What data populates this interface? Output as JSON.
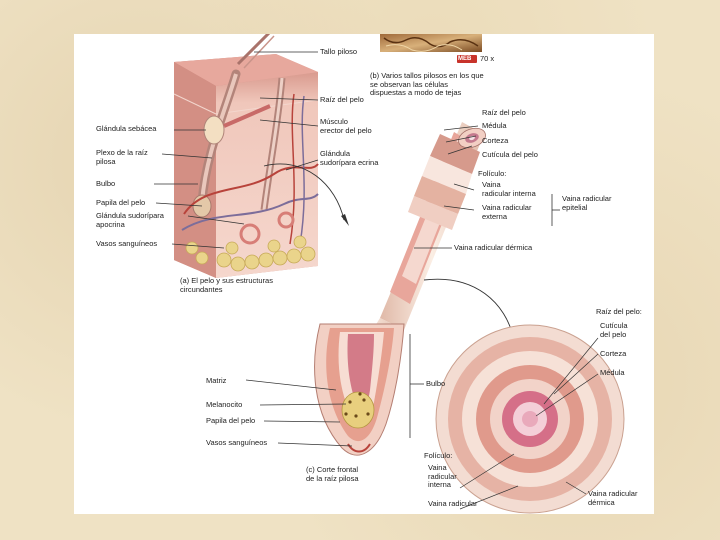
{
  "labels": {
    "tallo_piloso": "Tallo piloso",
    "caption_b": "(b) Varios tallos pilosos en los que\nse observan las células\ndispuestas a modo de tejas",
    "meb": "MEB",
    "magnification": "70 x",
    "raiz_del_pelo_a": "Raíz del pelo",
    "glandula_sebacea": "Glándula sebácea",
    "musculo_erector": "Músculo\nerector del pelo",
    "plexo_raiz_pilosa": "Plexo de la raíz\npilosa",
    "glandula_sudoripara_ecrina": "Glándula\nsudorípara ecrina",
    "bulbo_a": "Bulbo",
    "papila_del_pelo_a": "Papila del pelo",
    "glandula_sudoripara_apocrina": "Glándula sudorípara\napocrina",
    "vasos_sanguineos_a": "Vasos sanguíneos",
    "caption_a": "(a) El pelo y sus estructuras\ncircundantes",
    "raiz_del_pelo_b": "Raíz del pelo",
    "medula_b": "Médula",
    "corteza_b": "Corteza",
    "cuticula_del_pelo_b": "Cutícula del pelo",
    "foliculo_b": "Folículo:",
    "vaina_radicular_interna_b": "Vaina\nradicular interna",
    "vaina_radicular_externa_b": "Vaina radicular\nexterna",
    "vaina_radicular_epitelial": "Vaina radicular\nepitelial",
    "vaina_radicular_dermica_b": "Vaina radicular dérmica",
    "raiz_del_pelo_d": "Raíz del pelo:",
    "cuticula_del_pelo_d": "Cutícula\ndel pelo",
    "corteza_d": "Corteza",
    "medula_d": "Médula",
    "matriz": "Matriz",
    "melanocito": "Melanocito",
    "papila_del_pelo_c": "Papila del pelo",
    "vasos_sanguineos_c": "Vasos sanguíneos",
    "bulbo_c": "Bulbo",
    "caption_c": "(c) Corte frontal\nde la raíz pilosa",
    "foliculo_d": "Folículo:",
    "vaina_radicular_interna_d": "Vaina\nradicular\ninterna",
    "vaina_radicular_externa_d": "Vaina radicular",
    "vaina_radicular_dermica_d": "Vaina radicular\ndérmica"
  },
  "colors": {
    "page_background": "#efe2c4",
    "panel": "#ffffff",
    "skin_pink": "#e9b3a6",
    "dermis_pink": "#f2cfc4",
    "vessel_red": "#b8433b",
    "vessel_blue": "#7c6d9a",
    "gland_yellow": "#e8d68a",
    "meb_red": "#c8332b",
    "text": "#222222"
  }
}
